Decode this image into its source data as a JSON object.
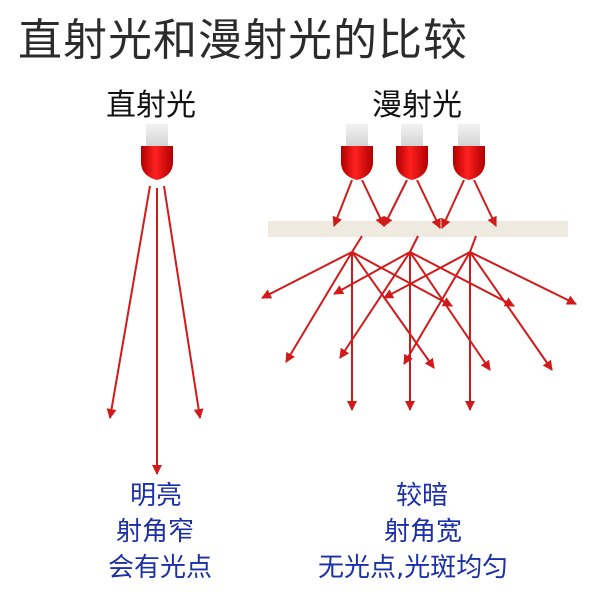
{
  "title": "直射光和漫射光的比较",
  "direct": {
    "label": "直射光",
    "caption": [
      "明亮",
      "射角窄",
      "会有光点"
    ]
  },
  "diffuse": {
    "label": "漫射光",
    "caption": [
      "较暗",
      "射角宽",
      "无光点,光斑均匀"
    ]
  },
  "colors": {
    "ray": "#d21a1a",
    "lamp": "#e00000",
    "caption": "#1a2fa8",
    "diffuser": "#ece6da"
  }
}
